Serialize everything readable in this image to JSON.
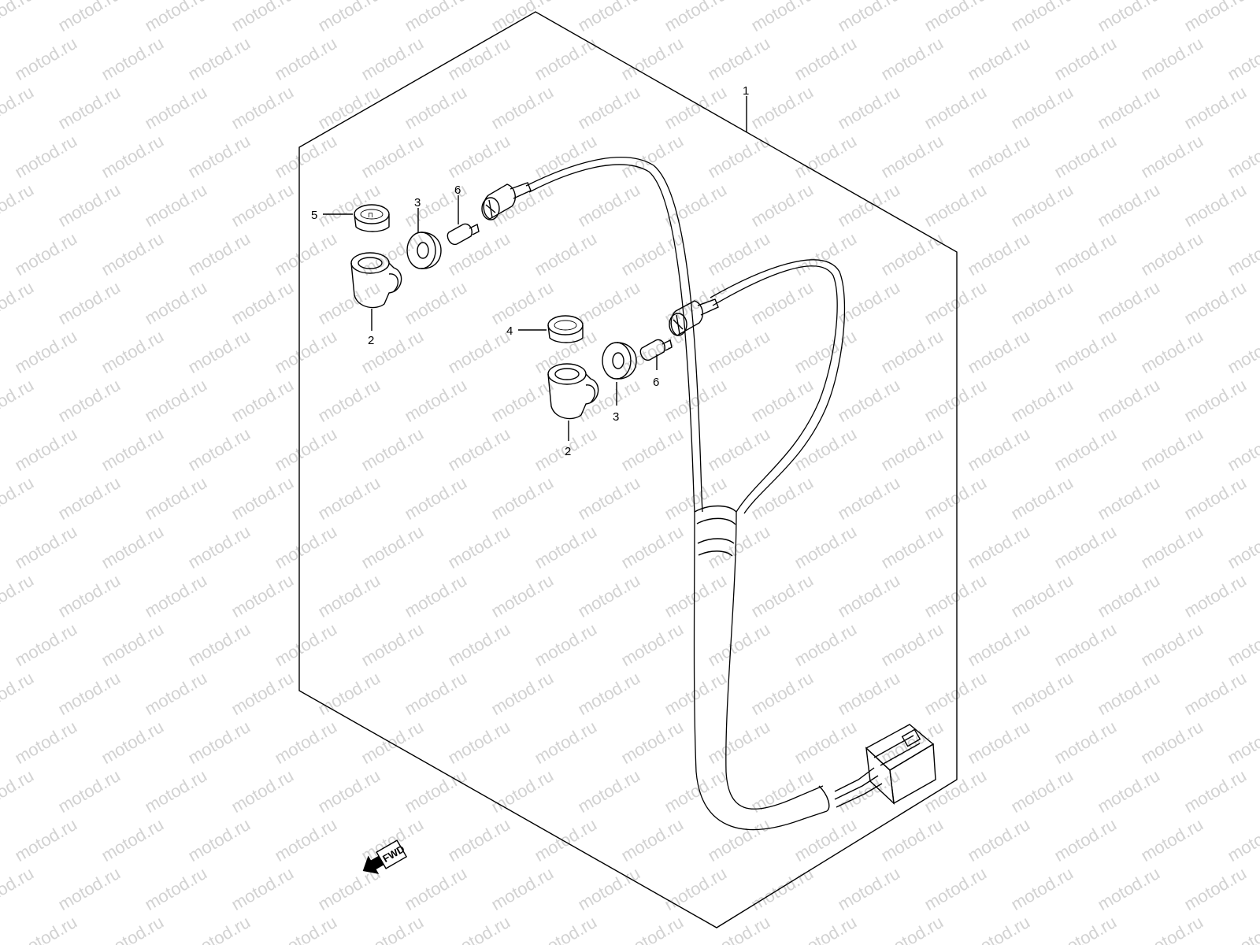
{
  "watermark": {
    "text": "motod.ru"
  },
  "callouts": {
    "c1": "1",
    "c2a": "2",
    "c2b": "2",
    "c3a": "3",
    "c3b": "3",
    "c4": "4",
    "c5": "5",
    "c6a": "6",
    "c6b": "6"
  },
  "fwd_badge": {
    "label": "FWD"
  },
  "colors": {
    "line": "#000000",
    "watermark": "#d2d2d2",
    "background": "#ffffff"
  }
}
